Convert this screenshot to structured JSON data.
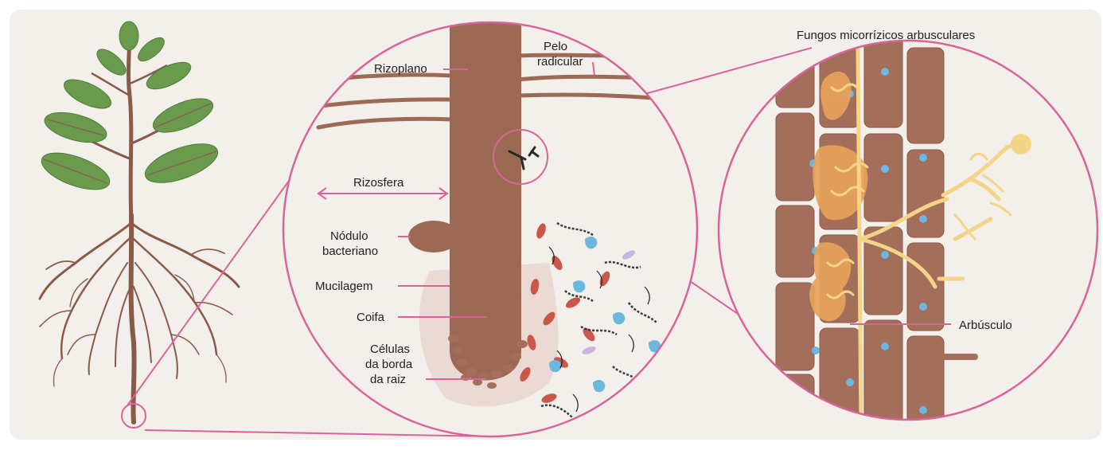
{
  "labels": {
    "rizoplano": "Rizoplano",
    "pelo_radicular_l1": "Pelo",
    "pelo_radicular_l2": "radicular",
    "rizosfera": "Rizosfera",
    "nodulo_l1": "Nódulo",
    "nodulo_l2": "bacteriano",
    "mucilagem": "Mucilagem",
    "coifa": "Coifa",
    "celulas_l1": "Células",
    "celulas_l2": "da borda",
    "celulas_l3": "da raiz",
    "fungos_title": "Fungos micorrízicos arbusculares",
    "arbusculo": "Arbúsculo"
  },
  "colors": {
    "background": "#f3efea",
    "accent_pink": "#d9649b",
    "root_brown": "#9c6a54",
    "cell_brown": "#a36f5a",
    "leaf_green": "#6a9a4c",
    "fungus_yellow": "#f3d488",
    "arbuscule_orange": "#e7a25a",
    "nucleus_blue": "#6cb6e0",
    "bacteria_red": "#c9584a"
  },
  "icons": [
    "plant-illustration",
    "root-zoom-circle",
    "fungi-zoom-circle"
  ]
}
